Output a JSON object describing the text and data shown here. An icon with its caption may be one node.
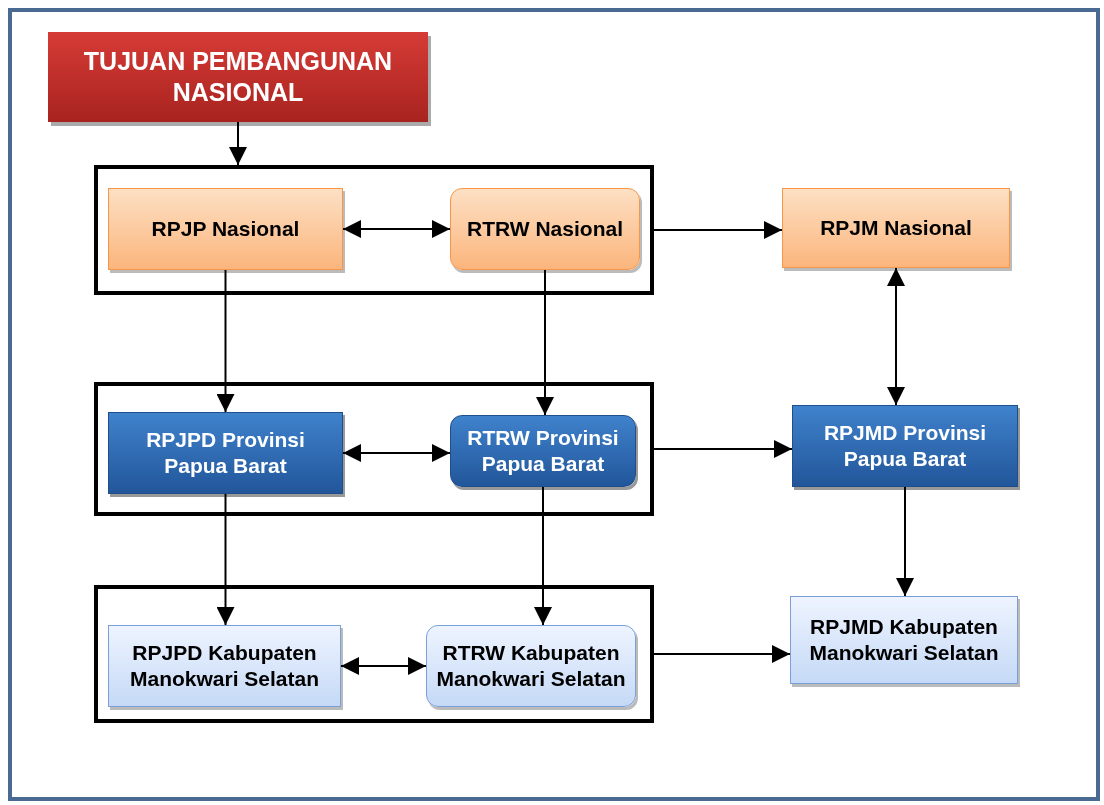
{
  "diagram": {
    "nodes": [
      {
        "text": [
          "TUJUAN PEMBANGUNAN NASIONAL"
        ]
      },
      {
        "text": [],
        "shape": "box"
      },
      {
        "text": [
          "RPJP Nasional"
        ],
        "in": 1
      },
      {
        "text": [
          "RTRW Nasional"
        ],
        "in": 1
      },
      {
        "text": [
          "RPJM Nasional"
        ]
      },
      {
        "text": [],
        "shape": "box"
      },
      {
        "text": [
          "RPJPD Provinsi Papua Barat"
        ],
        "in": 5
      },
      {
        "text": [
          "RTRW Provinsi Papua Barat"
        ],
        "in": 5
      },
      {
        "text": [
          "RPJMD Provinsi Papua Barat"
        ]
      },
      {
        "text": [],
        "shape": "box"
      },
      {
        "text": [
          "RPJPD Kabupaten Manokwari Selatan"
        ],
        "in": 9
      },
      {
        "text": [
          "RTRW Kabupaten Manokwari Selatan"
        ],
        "in": 9
      },
      {
        "text": [
          "RPJMD Kabupaten Manokwari Selatan"
        ]
      }
    ],
    "edges": [
      {
        "from": 0,
        "to": 1,
        "arrow": "to"
      },
      {
        "from": 2,
        "to": 3,
        "arrow": "both"
      },
      {
        "from": 1,
        "to": 4,
        "arrow": "to"
      },
      {
        "from": 2,
        "to": 6,
        "arrow": "to"
      },
      {
        "from": 3,
        "to": 7,
        "arrow": "to"
      },
      {
        "from": 4,
        "to": 8,
        "arrow": "both"
      },
      {
        "from": 6,
        "to": 7,
        "arrow": "both"
      },
      {
        "from": 5,
        "to": 8,
        "arrow": "to"
      },
      {
        "from": 6,
        "to": 10,
        "arrow": "to"
      },
      {
        "from": 7,
        "to": 11,
        "arrow": "to"
      },
      {
        "from": 8,
        "to": 12,
        "arrow": "to"
      },
      {
        "from": 10,
        "to": 11,
        "arrow": "both"
      },
      {
        "from": 9,
        "to": 12,
        "arrow": "to"
      }
    ]
  }
}
